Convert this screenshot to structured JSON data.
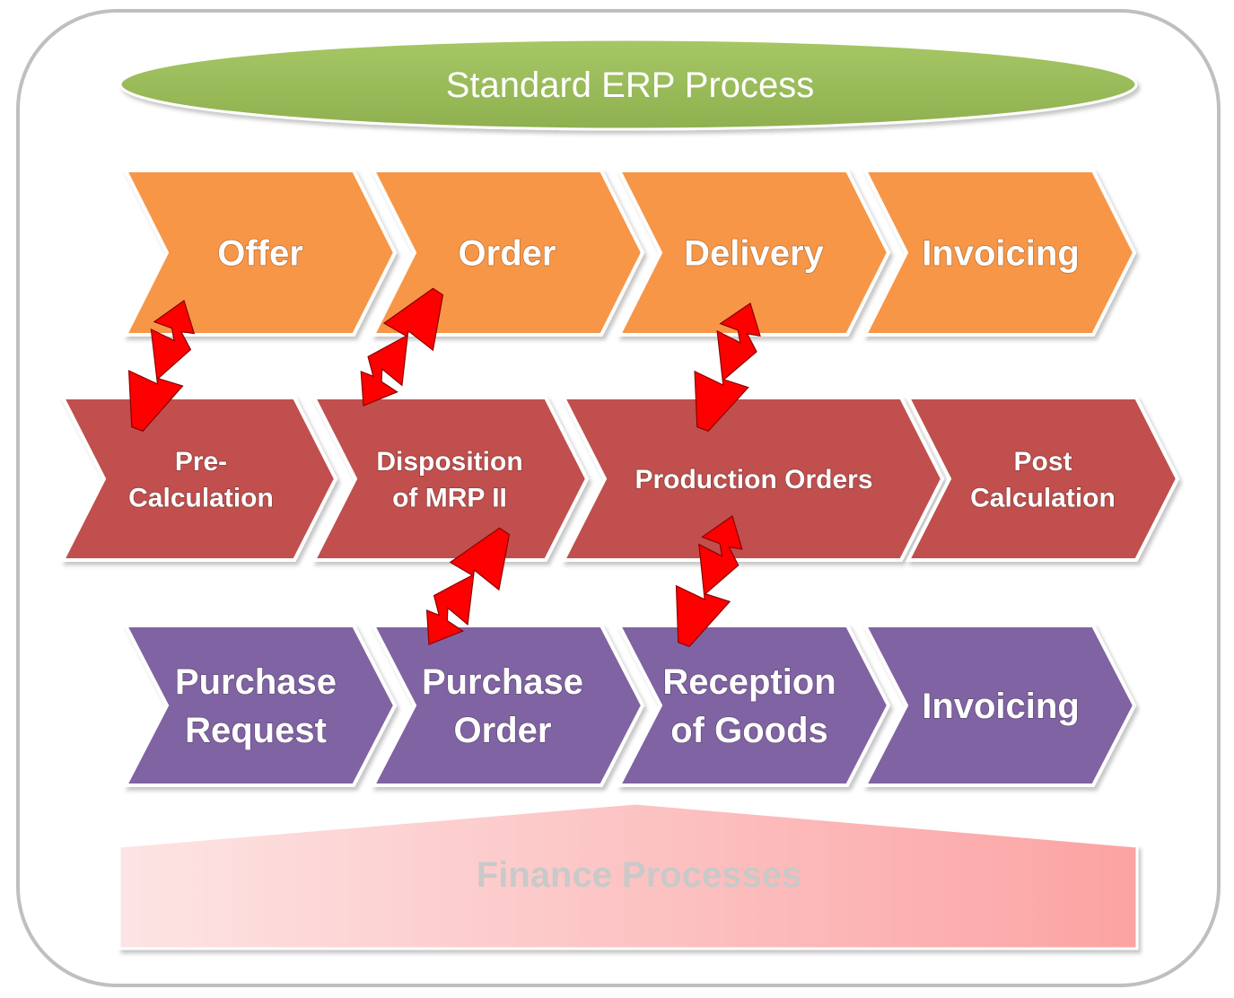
{
  "title": "Standard ERP Process",
  "colors": {
    "title": "#9bbb59",
    "row1": "#f79646",
    "row2": "#c0504d",
    "row3": "#8064a2",
    "arrow": "#ff0000",
    "finance_left": "#fde4e4",
    "finance_right": "#fca3a3",
    "finance_text": "#c9c9c9",
    "frame": "#bfbfbf"
  },
  "rows": [
    {
      "id": "sales",
      "color_key": "row1",
      "steps": [
        {
          "lines": [
            "Offer"
          ]
        },
        {
          "lines": [
            "Order"
          ]
        },
        {
          "lines": [
            "Delivery"
          ]
        },
        {
          "lines": [
            "Invoicing"
          ]
        }
      ]
    },
    {
      "id": "production",
      "color_key": "row2",
      "steps": [
        {
          "lines": [
            "Pre-",
            "Calculation"
          ]
        },
        {
          "lines": [
            "Disposition",
            "of MRP II"
          ]
        },
        {
          "lines": [
            "Production Orders"
          ]
        },
        {
          "lines": [
            "Post",
            "Calculation"
          ]
        }
      ]
    },
    {
      "id": "procurement",
      "color_key": "row3",
      "steps": [
        {
          "lines": [
            "Purchase",
            "Request"
          ]
        },
        {
          "lines": [
            "Purchase",
            "Order"
          ]
        },
        {
          "lines": [
            "Reception",
            "of Goods"
          ]
        },
        {
          "lines": [
            "Invoicing"
          ]
        }
      ]
    }
  ],
  "links": [
    {
      "name": "pre-calculation-to-offer",
      "direction": "up",
      "icon": "lightning-arrow-icon"
    },
    {
      "name": "order-to-disposition",
      "direction": "down",
      "icon": "lightning-arrow-icon"
    },
    {
      "name": "production-to-delivery",
      "direction": "up",
      "icon": "lightning-arrow-icon"
    },
    {
      "name": "disposition-to-purchase-order",
      "direction": "down",
      "icon": "lightning-arrow-icon"
    },
    {
      "name": "reception-to-production",
      "direction": "up",
      "icon": "lightning-arrow-icon"
    }
  ],
  "finance": {
    "label": "Finance Processes"
  }
}
